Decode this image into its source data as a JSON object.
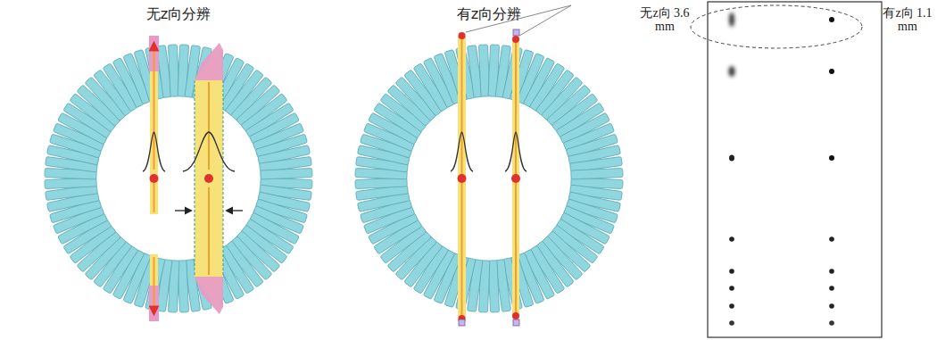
{
  "diagram": {
    "labels": [
      "无z向分辨",
      "有z向分辨",
      "无z向 3.6 mm",
      "有z向 1.1 mm"
    ]
  }
}
